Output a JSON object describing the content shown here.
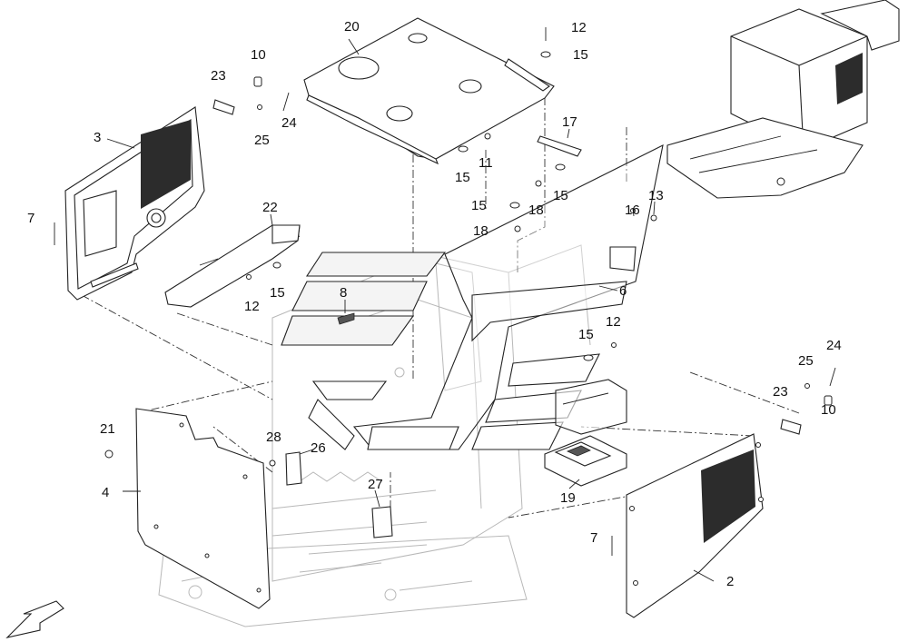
{
  "callouts": {
    "c2": "2",
    "c3": "3",
    "c4": "4",
    "c6": "6",
    "c7a": "7",
    "c7b": "7",
    "c8": "8",
    "c10a": "10",
    "c10b": "10",
    "c11": "11",
    "c12a": "12",
    "c12b": "12",
    "c12c": "12",
    "c13": "13",
    "c15a": "15",
    "c15b": "15",
    "c15c": "15",
    "c15d": "15",
    "c15e": "15",
    "c15f": "15",
    "c16": "16",
    "c17": "17",
    "c18a": "18",
    "c18b": "18",
    "c19": "19",
    "c20": "20",
    "c21": "21",
    "c22": "22",
    "c23a": "23",
    "c23b": "23",
    "c24a": "24",
    "c24b": "24",
    "c25a": "25",
    "c25b": "25",
    "c26": "26",
    "c27": "27",
    "c28": "28"
  },
  "colors": {
    "line": "#222222",
    "ghost": "#b8b8b8",
    "mesh": "#2c2c2c",
    "background": "#ffffff"
  },
  "icons": {
    "direction_arrow": "arrow-down-left-icon"
  }
}
